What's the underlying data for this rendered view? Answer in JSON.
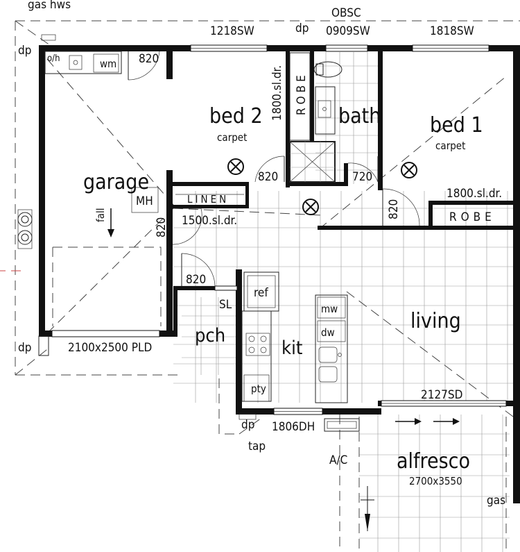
{
  "labels": {
    "gas_hws": "gas hws",
    "obsc": "OBSC",
    "dp": "dp",
    "w_bed2": "1218SW",
    "w_bath": "0909SW",
    "w_bed1": "1818SW",
    "oh": "o/h",
    "wm": "wm",
    "door_garage": "820",
    "bed2": "bed 2",
    "bed2_floor": "carpet",
    "robe2_size": "1800.sl.dr.",
    "robe": "ROBE",
    "bath": "bath",
    "bed1": "bed 1",
    "bed1_floor": "carpet",
    "garage": "garage",
    "mh": "MH",
    "fall": "fall",
    "door_bed2": "820",
    "door_bath": "720",
    "robe1_size": "1800.sl.dr.",
    "door_bed1": "820",
    "linen": "LINEN",
    "linen_size": "1500.sl.dr.",
    "door_garage_int": "820",
    "door_entry": "820",
    "ref": "ref",
    "sl": "SL",
    "mw": "mw",
    "dw": "dw",
    "living": "living",
    "pch": "pch",
    "kit": "kit",
    "pty": "pty",
    "pld": "2100x2500 PLD",
    "sd": "2127SD",
    "dh": "1806DH",
    "tap": "tap",
    "ac": "A/C",
    "alfresco": "alfresco",
    "alfresco_size": "2700x3550",
    "gas": "gas"
  }
}
